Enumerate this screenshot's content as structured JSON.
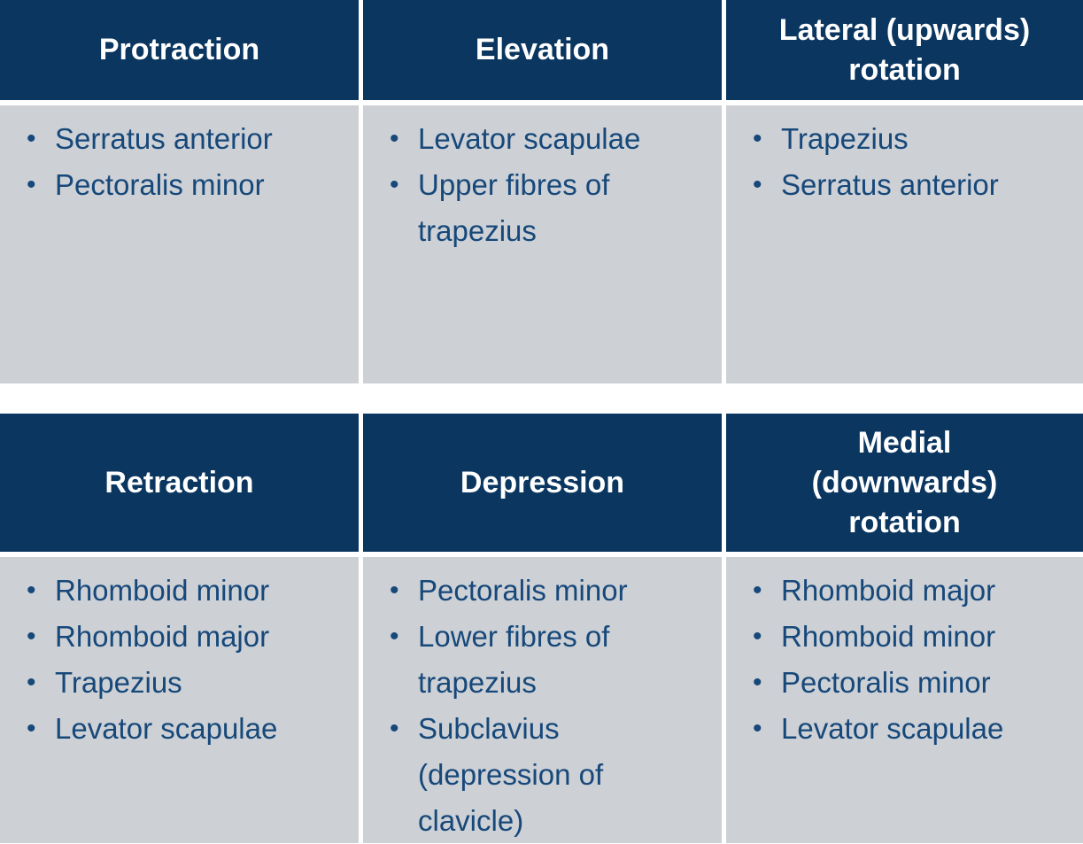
{
  "colors": {
    "header_bg": "#0a3660",
    "header_text": "#ffffff",
    "body_bg": "#cdd0d5",
    "item_text": "#16487a",
    "page_bg": "#ffffff"
  },
  "bullet_glyph": "•",
  "tables": [
    {
      "name": "scapular-movements-top",
      "columns": [
        {
          "header": "Protraction",
          "items": [
            "Serratus anterior",
            "Pectoralis minor"
          ]
        },
        {
          "header": "Elevation",
          "items": [
            "Levator scapulae",
            "Upper fibres of trapezius"
          ]
        },
        {
          "header": "Lateral (upwards)\nrotation",
          "items": [
            "Trapezius",
            "Serratus anterior"
          ]
        }
      ]
    },
    {
      "name": "scapular-movements-bottom",
      "columns": [
        {
          "header": "Retraction",
          "items": [
            "Rhomboid minor",
            "Rhomboid major",
            "Trapezius",
            "Levator scapulae"
          ]
        },
        {
          "header": "Depression",
          "items": [
            "Pectoralis minor",
            "Lower fibres of trapezius",
            "Subclavius (depression of clavicle)"
          ]
        },
        {
          "header": "Medial\n(downwards)\nrotation",
          "items": [
            "Rhomboid major",
            "Rhomboid minor",
            "Pectoralis minor",
            "Levator scapulae"
          ]
        }
      ]
    }
  ]
}
